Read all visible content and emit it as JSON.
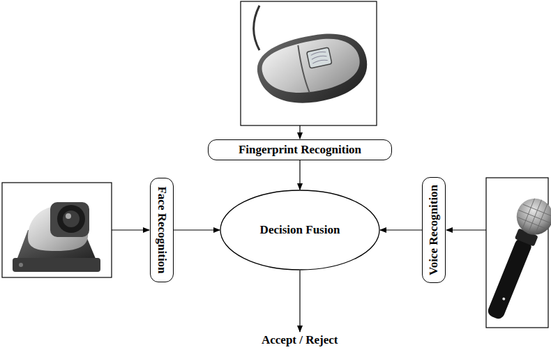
{
  "diagram": {
    "nodes": [
      {
        "text": [
          "Fingerprint Recognition"
        ]
      },
      {
        "text": [
          "Face Recognition"
        ]
      },
      {
        "text": [
          "Decision Fusion"
        ]
      },
      {
        "text": [
          "Voice Recognition"
        ]
      }
    ],
    "edges": [
      {
        "from": 0,
        "to": 2,
        "arrow": "to"
      },
      {
        "from": 1,
        "to": 2,
        "arrow": "to"
      },
      {
        "from": 3,
        "to": 2,
        "arrow": "to"
      }
    ],
    "labels": [
      "Accept / Reject"
    ]
  }
}
